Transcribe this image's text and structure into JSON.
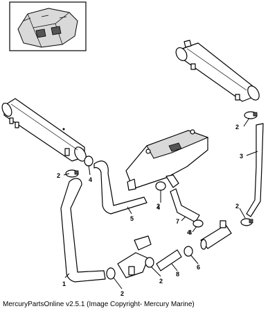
{
  "caption": "MercuryPartsOnline v2.5.1 (Image Copyright- Mercury Marine)",
  "callouts": [
    "1",
    "2",
    "2",
    "2",
    "2",
    "2",
    "2",
    "3",
    "4",
    "4",
    "4",
    "4",
    "5",
    "6",
    "7",
    "8"
  ],
  "colors": {
    "line": "#000000",
    "background": "#ffffff",
    "shading": "#d9d9d9"
  }
}
